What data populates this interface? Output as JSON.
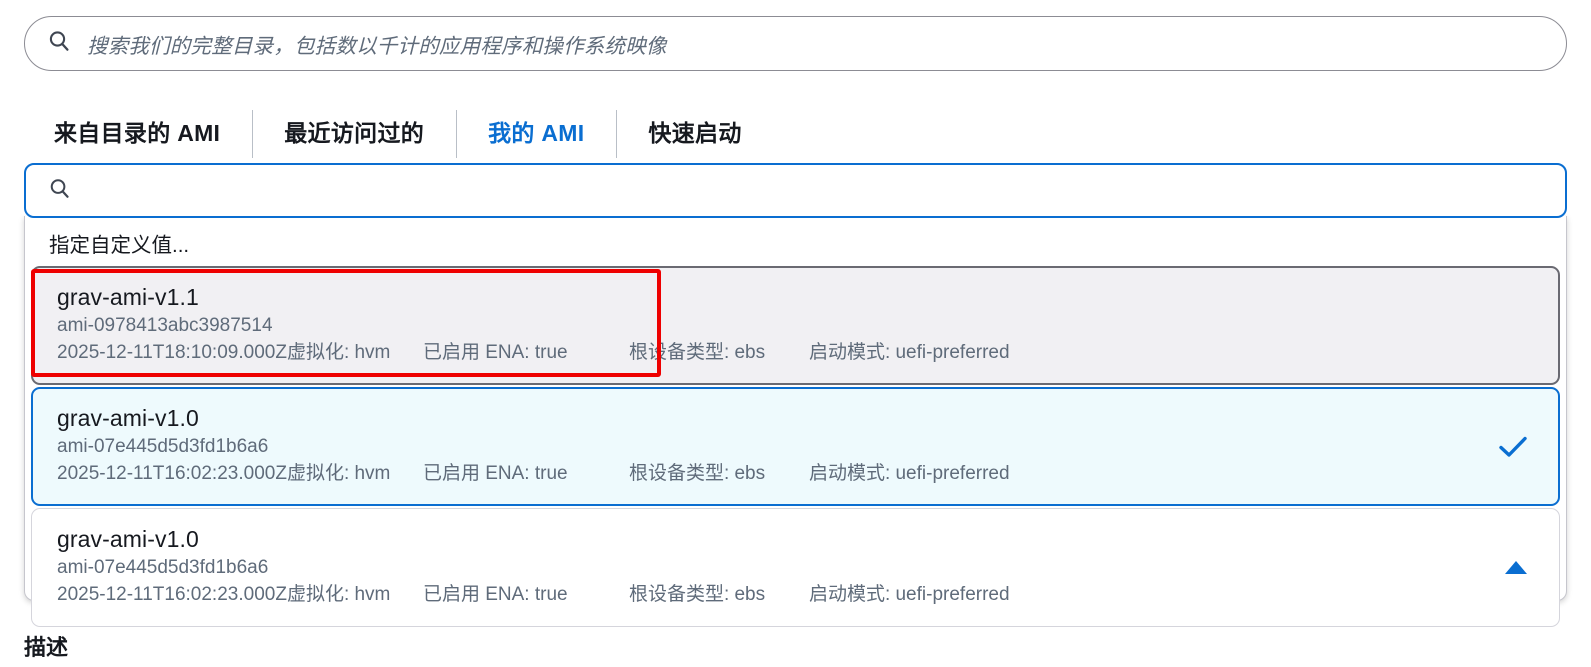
{
  "catalog_search": {
    "icon": "search-icon",
    "placeholder": "搜索我们的完整目录，包括数以千计的应用程序和操作系统映像",
    "value": ""
  },
  "tabs": [
    {
      "label": "来自目录的 AMI",
      "active": false
    },
    {
      "label": "最近访问过的",
      "active": false
    },
    {
      "label": "我的 AMI",
      "active": true
    },
    {
      "label": "快速启动",
      "active": false
    }
  ],
  "filter_input": {
    "icon": "search-icon",
    "value": "",
    "placeholder": ""
  },
  "dropdown": {
    "custom_option_label": "指定自定义值...",
    "options": [
      {
        "name": "grav-ami-v1.1",
        "ami_id": "ami-0978413abc3987514",
        "date": "2025-12-11T18:10:09.000Z",
        "virtualization": "虚拟化: hvm",
        "ena": "已启用 ENA: true",
        "root_device": "根设备类型: ebs",
        "boot_mode": "启动模式: uefi-preferred",
        "state": "hovered",
        "selected": false
      },
      {
        "name": "grav-ami-v1.0",
        "ami_id": "ami-07e445d5d3fd1b6a6",
        "date": "2025-12-11T16:02:23.000Z",
        "virtualization": "虚拟化: hvm",
        "ena": "已启用 ENA: true",
        "root_device": "根设备类型: ebs",
        "boot_mode": "启动模式: uefi-preferred",
        "state": "selected",
        "selected": true
      },
      {
        "name": "grav-ami-v1.0",
        "ami_id": "ami-07e445d5d3fd1b6a6",
        "date": "2025-12-11T16:02:23.000Z",
        "virtualization": "虚拟化: hvm",
        "ena": "已启用 ENA: true",
        "root_device": "根设备类型: ebs",
        "boot_mode": "启动模式: uefi-preferred",
        "state": "plain",
        "selected": false
      }
    ],
    "selected_icon": "check-icon",
    "collapse_icon": "caret-up-icon"
  },
  "description_heading": "描述",
  "colors": {
    "accent_blue": "#0a6ed1",
    "annotation_red": "#ee0000",
    "selected_bg": "#eefafd",
    "hover_bg": "#f1f0f3",
    "muted_text": "#5f6b7a",
    "text": "#16191f"
  }
}
